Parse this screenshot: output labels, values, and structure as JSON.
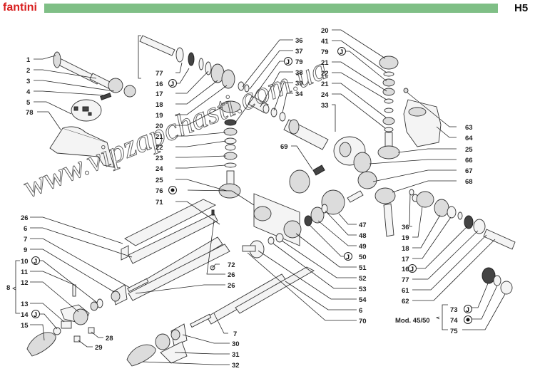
{
  "header": {
    "brand": "fantini",
    "page_code": "H5",
    "bar_color": "#7fbf86",
    "brand_color": "#d81e1e"
  },
  "watermark": "www.vipzapchasti.com.ua",
  "note": "Mod. 45/50",
  "symbols": {
    "hook_icon": "J",
    "dot_icon": "●"
  },
  "callouts": [
    {
      "id": "c1",
      "text": "1"
    },
    {
      "id": "c2",
      "text": "2"
    },
    {
      "id": "c3",
      "text": "3"
    },
    {
      "id": "c4",
      "text": "4"
    },
    {
      "id": "c5",
      "text": "5"
    },
    {
      "id": "c78",
      "text": "78"
    },
    {
      "id": "c77a",
      "text": "77"
    },
    {
      "id": "c16a",
      "text": "16"
    },
    {
      "id": "c17a",
      "text": "17"
    },
    {
      "id": "c18a",
      "text": "18"
    },
    {
      "id": "c19a",
      "text": "19"
    },
    {
      "id": "c20a",
      "text": "20"
    },
    {
      "id": "c21a",
      "text": "21"
    },
    {
      "id": "c22a",
      "text": "22"
    },
    {
      "id": "c23a",
      "text": "23"
    },
    {
      "id": "c24a",
      "text": "24"
    },
    {
      "id": "c25a",
      "text": "25"
    },
    {
      "id": "c76",
      "text": "76"
    },
    {
      "id": "c71",
      "text": "71"
    },
    {
      "id": "c36a",
      "text": "36"
    },
    {
      "id": "c37",
      "text": "37"
    },
    {
      "id": "c79a",
      "text": "79"
    },
    {
      "id": "c38",
      "text": "38"
    },
    {
      "id": "c39",
      "text": "39"
    },
    {
      "id": "c34",
      "text": "34"
    },
    {
      "id": "c69",
      "text": "69"
    },
    {
      "id": "c20b",
      "text": "20"
    },
    {
      "id": "c41",
      "text": "41"
    },
    {
      "id": "c79b",
      "text": "79"
    },
    {
      "id": "c21b",
      "text": "21"
    },
    {
      "id": "c22b",
      "text": "22"
    },
    {
      "id": "c21c",
      "text": "21"
    },
    {
      "id": "c24b",
      "text": "24"
    },
    {
      "id": "c33",
      "text": "33"
    },
    {
      "id": "c63",
      "text": "63"
    },
    {
      "id": "c64",
      "text": "64"
    },
    {
      "id": "c25b",
      "text": "25"
    },
    {
      "id": "c66",
      "text": "66"
    },
    {
      "id": "c67",
      "text": "67"
    },
    {
      "id": "c68",
      "text": "68"
    },
    {
      "id": "c36b",
      "text": "36"
    },
    {
      "id": "c19b",
      "text": "19"
    },
    {
      "id": "c18b",
      "text": "18"
    },
    {
      "id": "c17b",
      "text": "17"
    },
    {
      "id": "c16b",
      "text": "16"
    },
    {
      "id": "c77b",
      "text": "77"
    },
    {
      "id": "c61",
      "text": "61"
    },
    {
      "id": "c62",
      "text": "62"
    },
    {
      "id": "c47",
      "text": "47"
    },
    {
      "id": "c48",
      "text": "48"
    },
    {
      "id": "c49",
      "text": "49"
    },
    {
      "id": "c50",
      "text": "50"
    },
    {
      "id": "c51",
      "text": "51"
    },
    {
      "id": "c52",
      "text": "52"
    },
    {
      "id": "c53",
      "text": "53"
    },
    {
      "id": "c54",
      "text": "54"
    },
    {
      "id": "c6b",
      "text": "6"
    },
    {
      "id": "c70",
      "text": "70"
    },
    {
      "id": "c26a",
      "text": "26"
    },
    {
      "id": "c6a",
      "text": "6"
    },
    {
      "id": "c7a",
      "text": "7"
    },
    {
      "id": "c9",
      "text": "9"
    },
    {
      "id": "c10",
      "text": "10"
    },
    {
      "id": "c11",
      "text": "11"
    },
    {
      "id": "c8",
      "text": "8"
    },
    {
      "id": "c12",
      "text": "12"
    },
    {
      "id": "c13",
      "text": "13"
    },
    {
      "id": "c14",
      "text": "14"
    },
    {
      "id": "c15",
      "text": "15"
    },
    {
      "id": "c28",
      "text": "28"
    },
    {
      "id": "c29",
      "text": "29"
    },
    {
      "id": "c72",
      "text": "72"
    },
    {
      "id": "c26b",
      "text": "26"
    },
    {
      "id": "c26c",
      "text": "26"
    },
    {
      "id": "c7b",
      "text": "7"
    },
    {
      "id": "c30",
      "text": "30"
    },
    {
      "id": "c31",
      "text": "31"
    },
    {
      "id": "c32",
      "text": "32"
    },
    {
      "id": "c73",
      "text": "73"
    },
    {
      "id": "c74",
      "text": "74"
    },
    {
      "id": "c75",
      "text": "75"
    }
  ]
}
